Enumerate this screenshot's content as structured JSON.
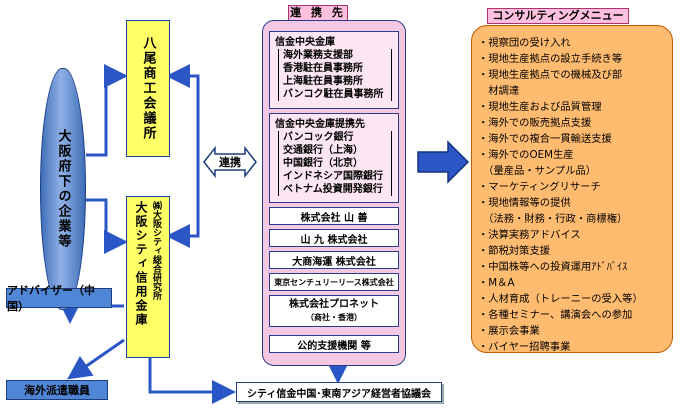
{
  "left": {
    "osaka_companies": "大阪府下の企業等",
    "chamber": "八尾商工会議所",
    "shinkin_main": "大阪シティ信用金庫",
    "shinkin_research": "㈱大阪シティ総合研究所",
    "advisor": "アドバイザー（中国）",
    "dispatch": "海外派遣職員"
  },
  "renkei_label": "連携",
  "partners": {
    "title": "連 携 先",
    "shinkin_chuo": {
      "title": "信金中央金庫",
      "lines": [
        "海外業務支援部",
        "香港駐在員事務所",
        "上海駐在員事務所",
        "バンコク駐在員事務所"
      ]
    },
    "banks": {
      "title": "信金中央金庫提携先",
      "lines": [
        "バンコック銀行",
        "交通銀行（上海）",
        "中国銀行（北京）",
        "インドネシア国際銀行",
        "ベトナム投資開発銀行"
      ]
    },
    "yamazen": "株式会社 山 善",
    "yamaku": "山 九 株式会社",
    "daisho": "大商海運 株式会社",
    "tokyo_century": "東京センチュリーリース株式会社",
    "pronet_name": "株式会社プロネット",
    "pronet_sub": "（商社・香港）",
    "public": "公的支援機関 等"
  },
  "council": "シティ信金中国･東南アジア経営者協議会",
  "menu": {
    "title": "コンサルティングメニュー",
    "items": [
      "・視察団の受け入れ",
      "・現地生産拠点の設立手続き等",
      "・現地生産拠点での機械及び部",
      "　材調達",
      "・現地生産および品質管理",
      "・海外での販売拠点支援",
      "・海外での複合一貫輸送支援",
      "・海外でのOEM生産",
      "　（量産品・サンプル品）",
      "・マーケティングリサーチ",
      "・現地情報等の提供",
      "　（法務・財務・行政・商標権）",
      "・決算実務アドバイス",
      "・節税対策支援",
      "・中国株等への投資運用ｱﾄﾞﾊﾞｲｽ",
      "・M＆A",
      "・人材育成（トレーニーの受入等）",
      "・各種セミナー、講演会への参加",
      "・展示会事業",
      "・バイヤー招聘事業"
    ]
  },
  "colors": {
    "blue_fill": "#4f86d6",
    "yellow_fill": "#ffff66",
    "pink_fill": "#f4c7e2",
    "orange_fill": "#ffbb70",
    "arrow_blue": "#2b56c6"
  }
}
